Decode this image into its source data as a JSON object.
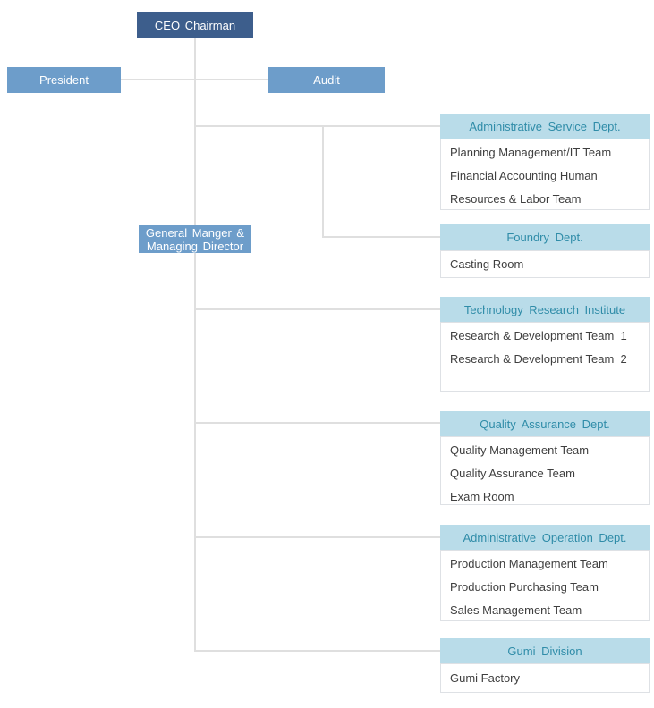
{
  "colors": {
    "ceo_fill": "#3d5e8c",
    "node_fill": "#6d9dca",
    "node_text": "#ffffff",
    "dept_header_fill": "#b9dce9",
    "dept_header_text": "#2f8ca8",
    "body_text": "#3f3f3f",
    "body_border": "#dee1e5",
    "connector_line": "#dfdfdf"
  },
  "nodes": {
    "ceo": {
      "label": "CEO Chairman"
    },
    "president": {
      "label": "President"
    },
    "audit": {
      "label": "Audit"
    },
    "general_manager": {
      "label_line1": "General Manger &",
      "label_line2": "Managing Director"
    }
  },
  "departments": [
    {
      "title": "Administrative Service Dept.",
      "items": [
        "Planning Management/IT Team",
        "Financial Accounting Human",
        "Resources & Labor Team"
      ]
    },
    {
      "title": "Foundry Dept.",
      "items": [
        "Casting Room"
      ]
    },
    {
      "title": "Technology Research Institute",
      "items": [
        "Research & Development Team  1",
        "Research & Development Team  2"
      ]
    },
    {
      "title": "Quality Assurance Dept.",
      "items": [
        "Quality Management Team",
        "Quality Assurance Team",
        "Exam Room"
      ]
    },
    {
      "title": "Administrative Operation Dept.",
      "items": [
        "Production Management Team",
        "Production Purchasing Team",
        "Sales Management Team"
      ]
    },
    {
      "title": "Gumi Division",
      "items": [
        "Gumi Factory"
      ]
    }
  ]
}
